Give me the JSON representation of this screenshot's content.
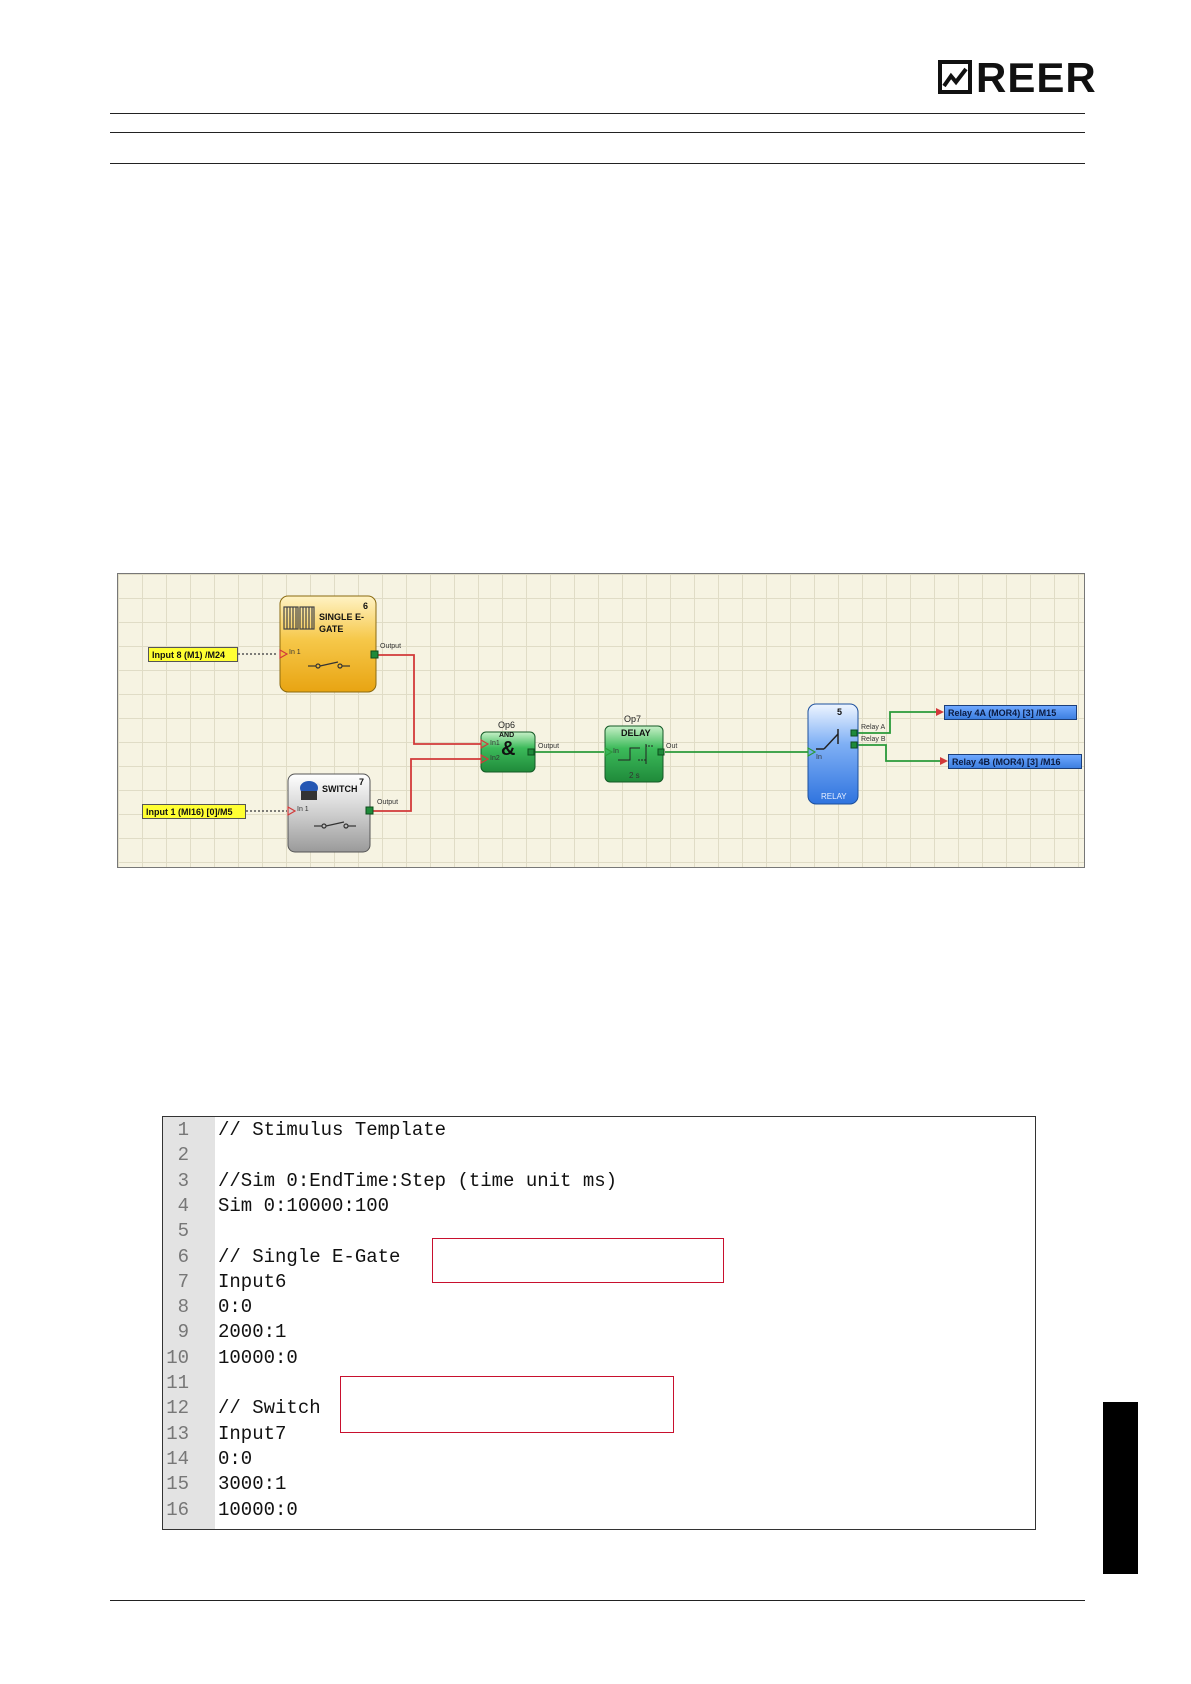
{
  "header": {
    "logo_text": "REER",
    "logo_icon": "reer-logo-mark-icon"
  },
  "diagram": {
    "inputs": [
      {
        "label": "Input 8 (M1) /M24"
      },
      {
        "label": "Input 1 (MI16) [0]/M5"
      }
    ],
    "blocks": {
      "egate": {
        "title": "SINGLE E-GATE",
        "title_line1": "SINGLE E-",
        "title_line2": "GATE",
        "number": "6",
        "pin_in": "In 1",
        "pin_out": "Output"
      },
      "switch": {
        "title": "SWITCH",
        "number": "7",
        "pin_in": "In 1",
        "pin_out": "Output"
      },
      "and": {
        "op": "Op6",
        "title": "AND",
        "symbol": "&",
        "pin_in1": "In1",
        "pin_in2": "In2",
        "pin_out": "Output"
      },
      "delay": {
        "op": "Op7",
        "title": "DELAY",
        "value": "2 s",
        "pin_in": "In",
        "pin_out": "Out"
      },
      "relay": {
        "title": "RELAY",
        "number": "5",
        "pin_in": "In",
        "pin_out_a": "Relay A",
        "pin_out_b": "Relay B"
      }
    },
    "outputs": [
      {
        "label": "Relay 4A (MOR4) [3] /M15"
      },
      {
        "label": "Relay 4B (MOR4) [3] /M16"
      }
    ],
    "colors": {
      "wire_off": "#d23a3a",
      "wire_on": "#2a9a3a",
      "egate_block": "#f2b21e",
      "switch_block": "#a9a9a9",
      "and_block": "#2aa14a",
      "relay_block": "#3f86e8"
    }
  },
  "code": {
    "lines": [
      {
        "n": "1",
        "text": "// Stimulus Template"
      },
      {
        "n": "2",
        "text": ""
      },
      {
        "n": "3",
        "text": "//Sim 0:EndTime:Step (time unit ms)"
      },
      {
        "n": "4",
        "text": "Sim 0:10000:100"
      },
      {
        "n": "5",
        "text": ""
      },
      {
        "n": "6",
        "text": "// Single E-Gate"
      },
      {
        "n": "7",
        "text": "Input6"
      },
      {
        "n": "8",
        "text": "0:0"
      },
      {
        "n": "9",
        "text": "2000:1"
      },
      {
        "n": "10",
        "text": "10000:0"
      },
      {
        "n": "11",
        "text": ""
      },
      {
        "n": "12",
        "text": "// Switch"
      },
      {
        "n": "13",
        "text": "Input7"
      },
      {
        "n": "14",
        "text": "0:0"
      },
      {
        "n": "15",
        "text": "3000:1"
      },
      {
        "n": "16",
        "text": "10000:0"
      }
    ],
    "highlight_color": "#c8102e"
  }
}
